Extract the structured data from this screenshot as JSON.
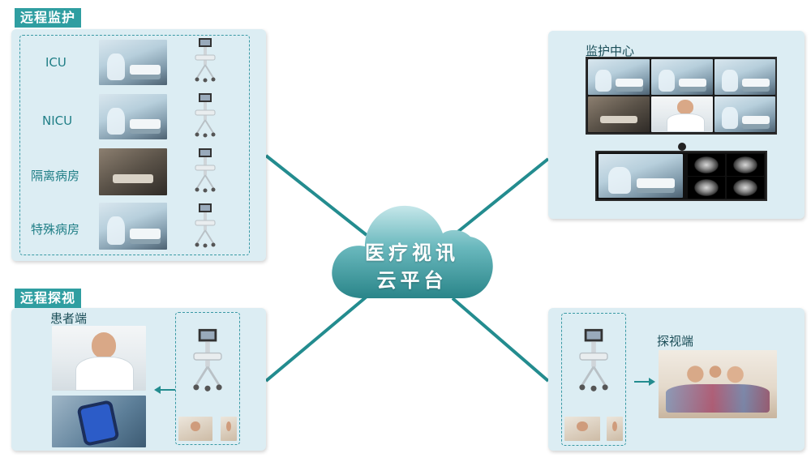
{
  "remote_monitoring": {
    "title": "远程监护",
    "units": [
      "ICU",
      "NICU",
      "隔离病房",
      "特殊病房"
    ]
  },
  "monitoring_center": {
    "title": "监护中心"
  },
  "cloud": {
    "line1": "医疗视讯",
    "line2": "云平台"
  },
  "remote_visit": {
    "title": "远程探视",
    "patient_label": "患者端"
  },
  "visitor": {
    "label": "探视端"
  },
  "colors": {
    "accent": "#2f9ea1",
    "connector": "#238c8f",
    "panel": "#dcedf3",
    "cloud_top": "#bfe3e7",
    "cloud_bottom": "#2e8a8f"
  },
  "icons": [
    "medical-cart-icon",
    "cloud-icon",
    "arrow-left-icon",
    "arrow-right-icon"
  ]
}
